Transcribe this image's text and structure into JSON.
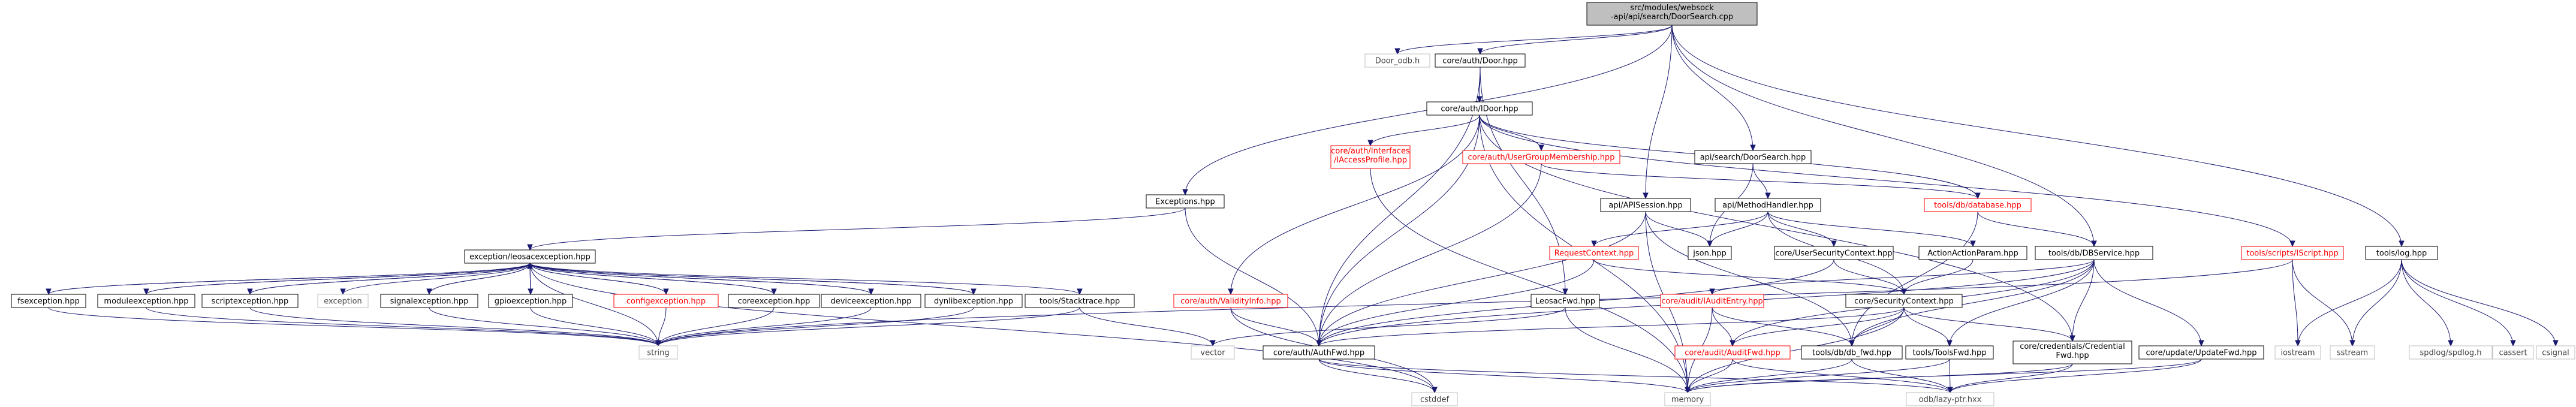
{
  "colors": {
    "edge": "#191970",
    "root_fill": "#bfbfbf",
    "border": "#000000",
    "missing_border": "#bfbfbf",
    "missing_text": "#444444",
    "truncated_border": "#ff0000",
    "truncated_text": "#ff0000",
    "text": "#000000"
  },
  "nodes": {
    "root": "src/modules/websock\n-api/api/search/DoorSearch.cpp",
    "door_odb": "Door_odb.h",
    "auth_door": "core/auth/Door.hpp",
    "auth_idoor": "core/auth/IDoor.hpp",
    "exceptions": "Exceptions.hpp",
    "access_profile": "core/auth/Interfaces\n/IAccessProfile.hpp",
    "user_group": "core/auth/UserGroupMembership.hpp",
    "api_session": "api/APISession.hpp",
    "door_search_hpp": "api/search/DoorSearch.hpp",
    "method_handler": "api/MethodHandler.hpp",
    "database": "tools/db/database.hpp",
    "db_service": "tools/db/DBService.hpp",
    "script": "tools/scripts/IScript.hpp",
    "log": "tools/log.hpp",
    "request_context": "RequestContext.hpp",
    "user_security_context": "core/UserSecurityContext.hpp",
    "action_param": "ActionActionParam.hpp",
    "json": "json.hpp",
    "leosac_fwd": "LeosacFwd.hpp",
    "security_context": "core/SecurityContext.hpp",
    "audit_entry": "core/audit/IAuditEntry.hpp",
    "valid_info": "core/auth/ValidityInfo.hpp",
    "leosac_exception": "exception/leosacexception.hpp",
    "fsexception": "fsexception.hpp",
    "moduleexception": "moduleexception.hpp",
    "scriptexception": "scriptexception.hpp",
    "exception": "exception",
    "signalexception": "signalexception.hpp",
    "gpioexception": "gpioexception.hpp",
    "configexception": "configexception.hpp",
    "coreexception": "coreexception.hpp",
    "deviceexception": "deviceexception.hpp",
    "dynlibexception": "dynlibexception.hpp",
    "stacktrace": "tools/Stacktrace.hpp",
    "string": "string",
    "auth_fwd": "core/auth/AuthFwd.hpp",
    "vector": "vector",
    "cstddef": "cstddef",
    "memory": "memory",
    "audit_fwd": "core/audit/AuditFwd.hpp",
    "db_fwd": "tools/db/db_fwd.hpp",
    "tools_fwd": "tools/ToolsFwd.hpp",
    "credential_fwd": "core/credentials/Credential\nFwd.hpp",
    "update_fwd": "core/update/UpdateFwd.hpp",
    "lazy_ptr": "odb/lazy-ptr.hxx",
    "iostream": "iostream",
    "sstream": "sstream",
    "spdlog": "spdlog/spdlog.h",
    "cassert": "cassert",
    "csignal": "csignal"
  },
  "edges": [
    [
      "root",
      "door_odb"
    ],
    [
      "root",
      "auth_door"
    ],
    [
      "root",
      "exceptions"
    ],
    [
      "root",
      "api_session"
    ],
    [
      "root",
      "door_search_hpp"
    ],
    [
      "root",
      "db_service"
    ],
    [
      "root",
      "log"
    ],
    [
      "auth_door",
      "auth_idoor"
    ],
    [
      "auth_door",
      "leosac_fwd"
    ],
    [
      "auth_door",
      "auth_fwd"
    ],
    [
      "auth_idoor",
      "access_profile"
    ],
    [
      "auth_idoor",
      "user_group"
    ],
    [
      "auth_idoor",
      "database"
    ],
    [
      "auth_idoor",
      "script"
    ],
    [
      "auth_idoor",
      "valid_info"
    ],
    [
      "auth_idoor",
      "auth_fwd"
    ],
    [
      "auth_idoor",
      "memory"
    ],
    [
      "auth_idoor",
      "credential_fwd"
    ],
    [
      "exceptions",
      "leosac_exception"
    ],
    [
      "exceptions",
      "auth_fwd"
    ],
    [
      "access_profile",
      "memory"
    ],
    [
      "user_group",
      "database"
    ],
    [
      "user_group",
      "auth_fwd"
    ],
    [
      "api_session",
      "json"
    ],
    [
      "api_session",
      "auth_fwd"
    ],
    [
      "api_session",
      "db_fwd"
    ],
    [
      "api_session",
      "memory"
    ],
    [
      "door_search_hpp",
      "method_handler"
    ],
    [
      "door_search_hpp",
      "json"
    ],
    [
      "method_handler",
      "request_context"
    ],
    [
      "method_handler",
      "user_security_context"
    ],
    [
      "method_handler",
      "action_param"
    ],
    [
      "method_handler",
      "json"
    ],
    [
      "method_handler",
      "security_context"
    ],
    [
      "database",
      "db_service"
    ],
    [
      "database",
      "db_fwd"
    ],
    [
      "db_service",
      "audit_fwd"
    ],
    [
      "db_service",
      "db_fwd"
    ],
    [
      "db_service",
      "tools_fwd"
    ],
    [
      "db_service",
      "credential_fwd"
    ],
    [
      "db_service",
      "update_fwd"
    ],
    [
      "db_service",
      "auth_fwd"
    ],
    [
      "db_service",
      "audit_entry"
    ],
    [
      "script",
      "string"
    ],
    [
      "script",
      "iostream"
    ],
    [
      "script",
      "sstream"
    ],
    [
      "log",
      "iostream"
    ],
    [
      "log",
      "sstream"
    ],
    [
      "log",
      "spdlog"
    ],
    [
      "log",
      "cassert"
    ],
    [
      "log",
      "csignal"
    ],
    [
      "request_context",
      "security_context"
    ],
    [
      "request_context",
      "auth_fwd"
    ],
    [
      "user_security_context",
      "security_context"
    ],
    [
      "user_security_context",
      "auth_fwd"
    ],
    [
      "action_param",
      "security_context"
    ],
    [
      "leosac_fwd",
      "vector"
    ],
    [
      "leosac_fwd",
      "memory"
    ],
    [
      "security_context",
      "auth_fwd"
    ],
    [
      "security_context",
      "audit_fwd"
    ],
    [
      "security_context",
      "db_fwd"
    ],
    [
      "security_context",
      "memory"
    ],
    [
      "security_context",
      "tools_fwd"
    ],
    [
      "security_context",
      "credential_fwd"
    ],
    [
      "audit_entry",
      "audit_fwd"
    ],
    [
      "audit_entry",
      "db_fwd"
    ],
    [
      "audit_entry",
      "memory"
    ],
    [
      "valid_info",
      "auth_fwd"
    ],
    [
      "valid_info",
      "cstddef"
    ],
    [
      "leosac_exception",
      "fsexception"
    ],
    [
      "leosac_exception",
      "moduleexception"
    ],
    [
      "leosac_exception",
      "scriptexception"
    ],
    [
      "leosac_exception",
      "exception"
    ],
    [
      "leosac_exception",
      "signalexception"
    ],
    [
      "leosac_exception",
      "gpioexception"
    ],
    [
      "leosac_exception",
      "configexception"
    ],
    [
      "leosac_exception",
      "coreexception"
    ],
    [
      "leosac_exception",
      "deviceexception"
    ],
    [
      "leosac_exception",
      "dynlibexception"
    ],
    [
      "leosac_exception",
      "stacktrace"
    ],
    [
      "leosac_exception",
      "string"
    ],
    [
      "leosac_exception",
      "cstddef"
    ],
    [
      "fsexception",
      "leosac_exception"
    ],
    [
      "moduleexception",
      "leosac_exception"
    ],
    [
      "scriptexception",
      "leosac_exception"
    ],
    [
      "signalexception",
      "leosac_exception"
    ],
    [
      "gpioexception",
      "leosac_exception"
    ],
    [
      "configexception",
      "leosac_exception"
    ],
    [
      "coreexception",
      "leosac_exception"
    ],
    [
      "deviceexception",
      "leosac_exception"
    ],
    [
      "dynlibexception",
      "leosac_exception"
    ],
    [
      "fsexception",
      "string"
    ],
    [
      "moduleexception",
      "string"
    ],
    [
      "scriptexception",
      "string"
    ],
    [
      "signalexception",
      "string"
    ],
    [
      "gpioexception",
      "string"
    ],
    [
      "configexception",
      "string"
    ],
    [
      "coreexception",
      "string"
    ],
    [
      "deviceexception",
      "string"
    ],
    [
      "dynlibexception",
      "string"
    ],
    [
      "stacktrace",
      "string"
    ],
    [
      "stacktrace",
      "vector"
    ],
    [
      "auth_fwd",
      "memory"
    ],
    [
      "auth_fwd",
      "cstddef"
    ],
    [
      "auth_fwd",
      "lazy_ptr"
    ],
    [
      "audit_fwd",
      "memory"
    ],
    [
      "audit_fwd",
      "lazy_ptr"
    ],
    [
      "db_fwd",
      "memory"
    ],
    [
      "db_fwd",
      "lazy_ptr"
    ],
    [
      "tools_fwd",
      "memory"
    ],
    [
      "tools_fwd",
      "lazy_ptr"
    ],
    [
      "credential_fwd",
      "memory"
    ],
    [
      "credential_fwd",
      "lazy_ptr"
    ],
    [
      "update_fwd",
      "memory"
    ],
    [
      "update_fwd",
      "lazy_ptr"
    ]
  ]
}
